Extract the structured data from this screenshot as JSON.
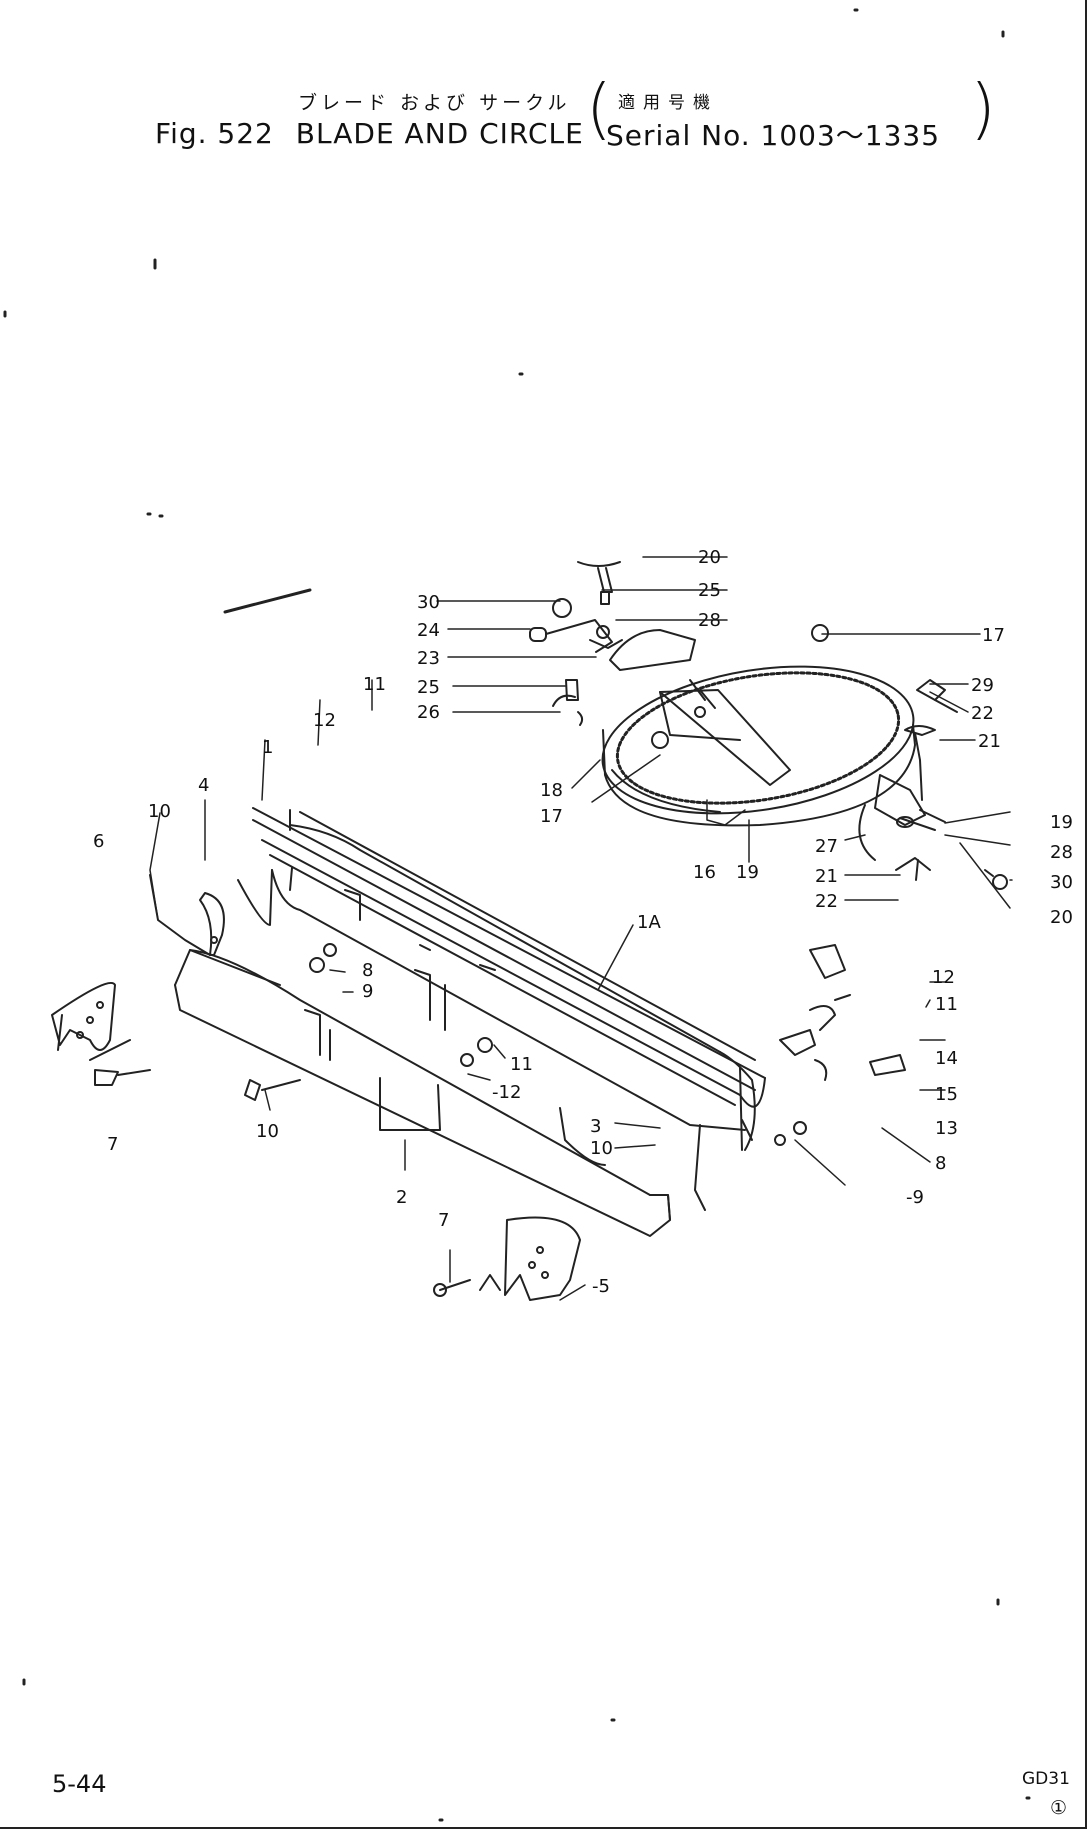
{
  "header": {
    "jp_title": "ブレード および サークル",
    "fig_number": "Fig. 522",
    "fig_name": "BLADE AND CIRCLE",
    "serial_jp": "適用号機",
    "serial_text": "Serial No. 1003～1335"
  },
  "callouts": {
    "c20a": "20",
    "c25a": "25",
    "c28a": "28",
    "c30a": "30",
    "c24": "24",
    "c23": "23",
    "c25b": "25",
    "c26": "26",
    "c17a": "17",
    "c29": "29",
    "c22a": "22",
    "c21a": "21",
    "c18a": "18",
    "c17b": "17",
    "c16": "16",
    "c19a": "19",
    "c27": "27",
    "c19b": "19",
    "c28b": "28",
    "c30b": "30",
    "c20b": "20",
    "c21b": "21",
    "c22b": "22",
    "c11a": "11",
    "c12a": "12",
    "c1": "1",
    "c4": "4",
    "c10a": "10",
    "c6": "6",
    "c1A": "1A",
    "c8a": "8",
    "c9a": "9",
    "c11b": "11",
    "c12b": "-12",
    "c7a": "7",
    "c10b": "10",
    "c2": "2",
    "c3": "3",
    "c10c": "10",
    "c7b": "7",
    "c5": "-5",
    "c12c": "12",
    "c11c": "11",
    "c14": "14",
    "c15": "15",
    "c13": "13",
    "c8b": "8",
    "c9b": "-9"
  },
  "footer": {
    "page_no": "5-44",
    "code": "GD31",
    "revision": "①"
  }
}
